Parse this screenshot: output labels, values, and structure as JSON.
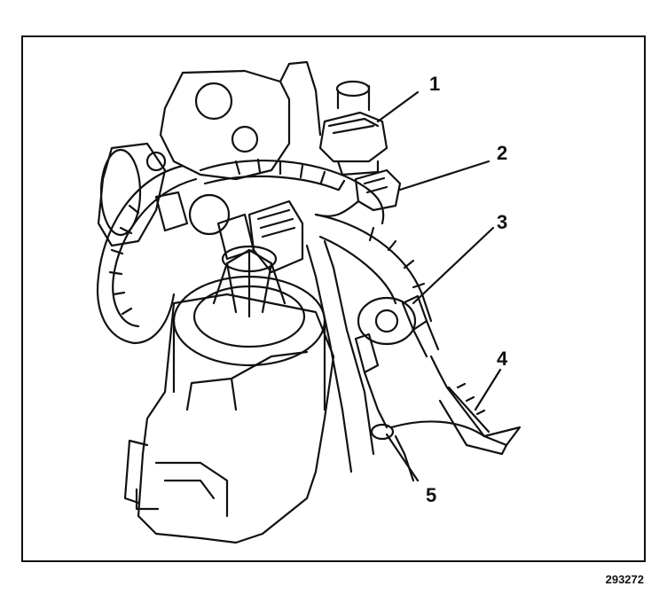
{
  "diagram": {
    "callouts": [
      {
        "id": "c1",
        "label": "1"
      },
      {
        "id": "c2",
        "label": "2"
      },
      {
        "id": "c3",
        "label": "3"
      },
      {
        "id": "c4",
        "label": "4"
      },
      {
        "id": "c5",
        "label": "5"
      }
    ],
    "figure_id": "293272",
    "colors": {
      "ink": "#111111",
      "paper": "#ffffff"
    }
  }
}
